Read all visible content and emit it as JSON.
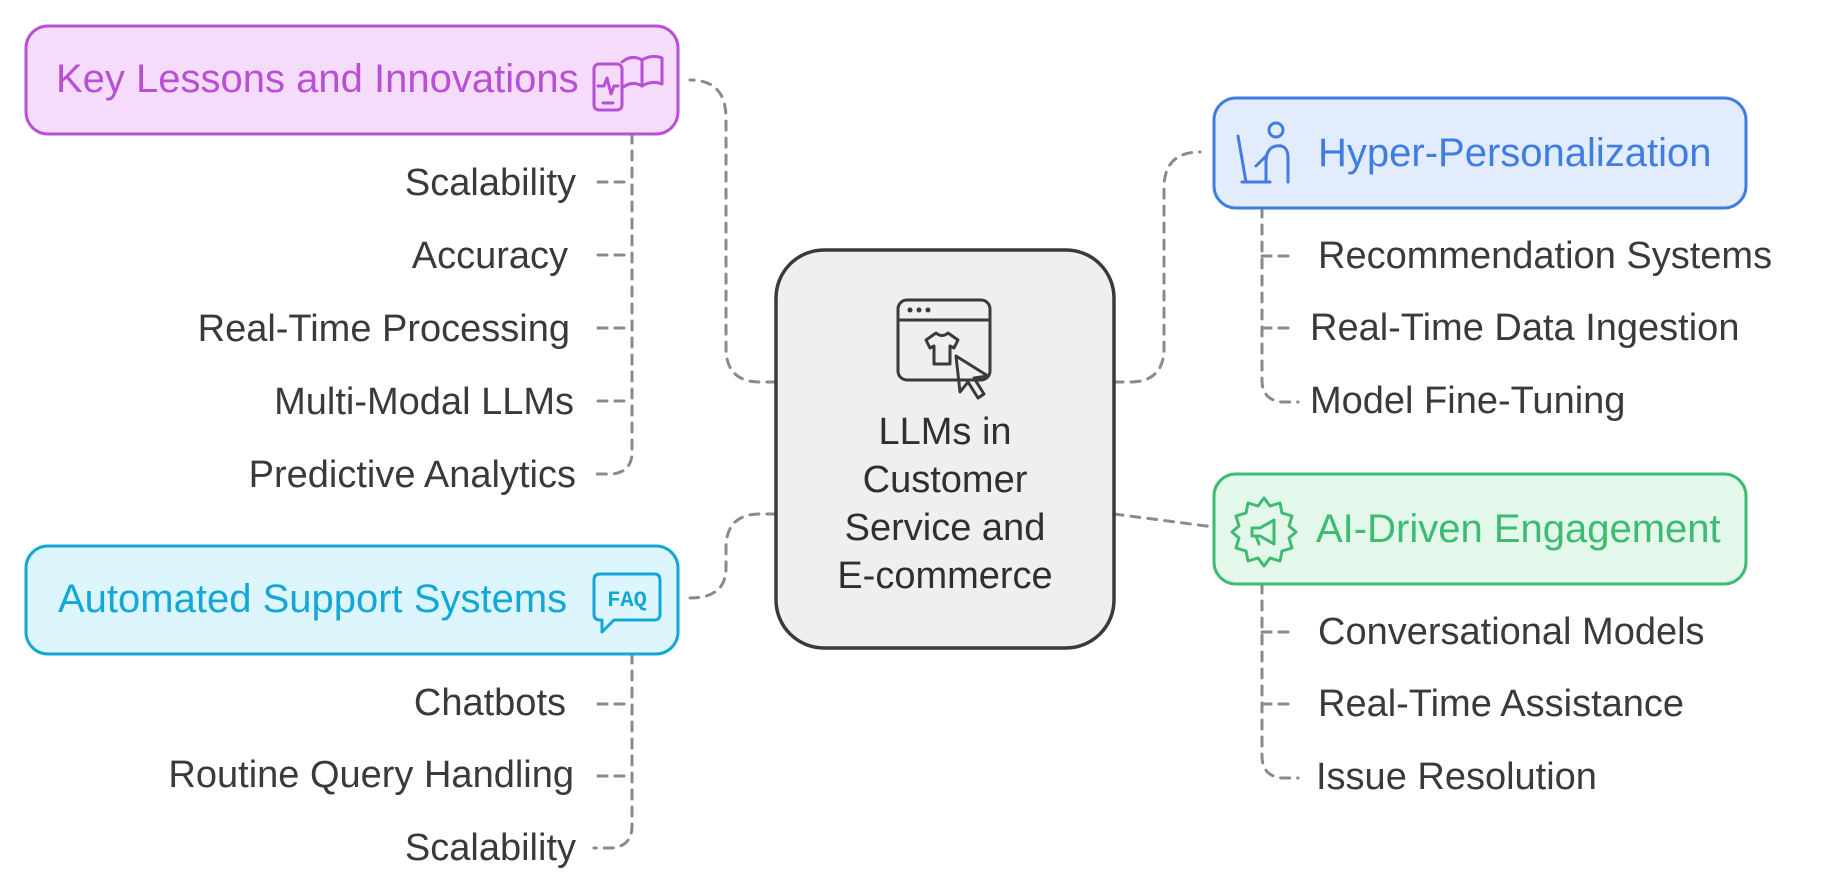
{
  "center": {
    "lines": [
      "LLMs in",
      "Customer",
      "Service and",
      "E-commerce"
    ],
    "icon": "browser-shirt-cursor-icon"
  },
  "branches": [
    {
      "id": "key-lessons",
      "title": "Key Lessons and Innovations",
      "icon": "phone-book-icon",
      "color": "#b84fd6",
      "fill": "#f6dcfb",
      "items": [
        "Scalability",
        "Accuracy",
        "Real-Time Processing",
        "Multi-Modal LLMs",
        "Predictive Analytics"
      ]
    },
    {
      "id": "automated-support",
      "title": "Automated Support Systems",
      "icon": "faq-bubble-icon",
      "color": "#12a7d6",
      "fill": "#ddf5fd",
      "items": [
        "Chatbots",
        "Routine Query Handling",
        "Scalability"
      ]
    },
    {
      "id": "hyper-personalization",
      "title": "Hyper-Personalization",
      "icon": "person-at-desk-icon",
      "color": "#3f7ee0",
      "fill": "#e2ecfc",
      "items": [
        "Recommendation Systems",
        "Real-Time Data Ingestion",
        "Model Fine-Tuning"
      ]
    },
    {
      "id": "ai-engagement",
      "title": "AI-Driven Engagement",
      "icon": "megaphone-badge-icon",
      "color": "#3dbb72",
      "fill": "#e3f7ea",
      "items": [
        "Conversational Models",
        "Real-Time Assistance",
        "Issue Resolution"
      ]
    }
  ]
}
